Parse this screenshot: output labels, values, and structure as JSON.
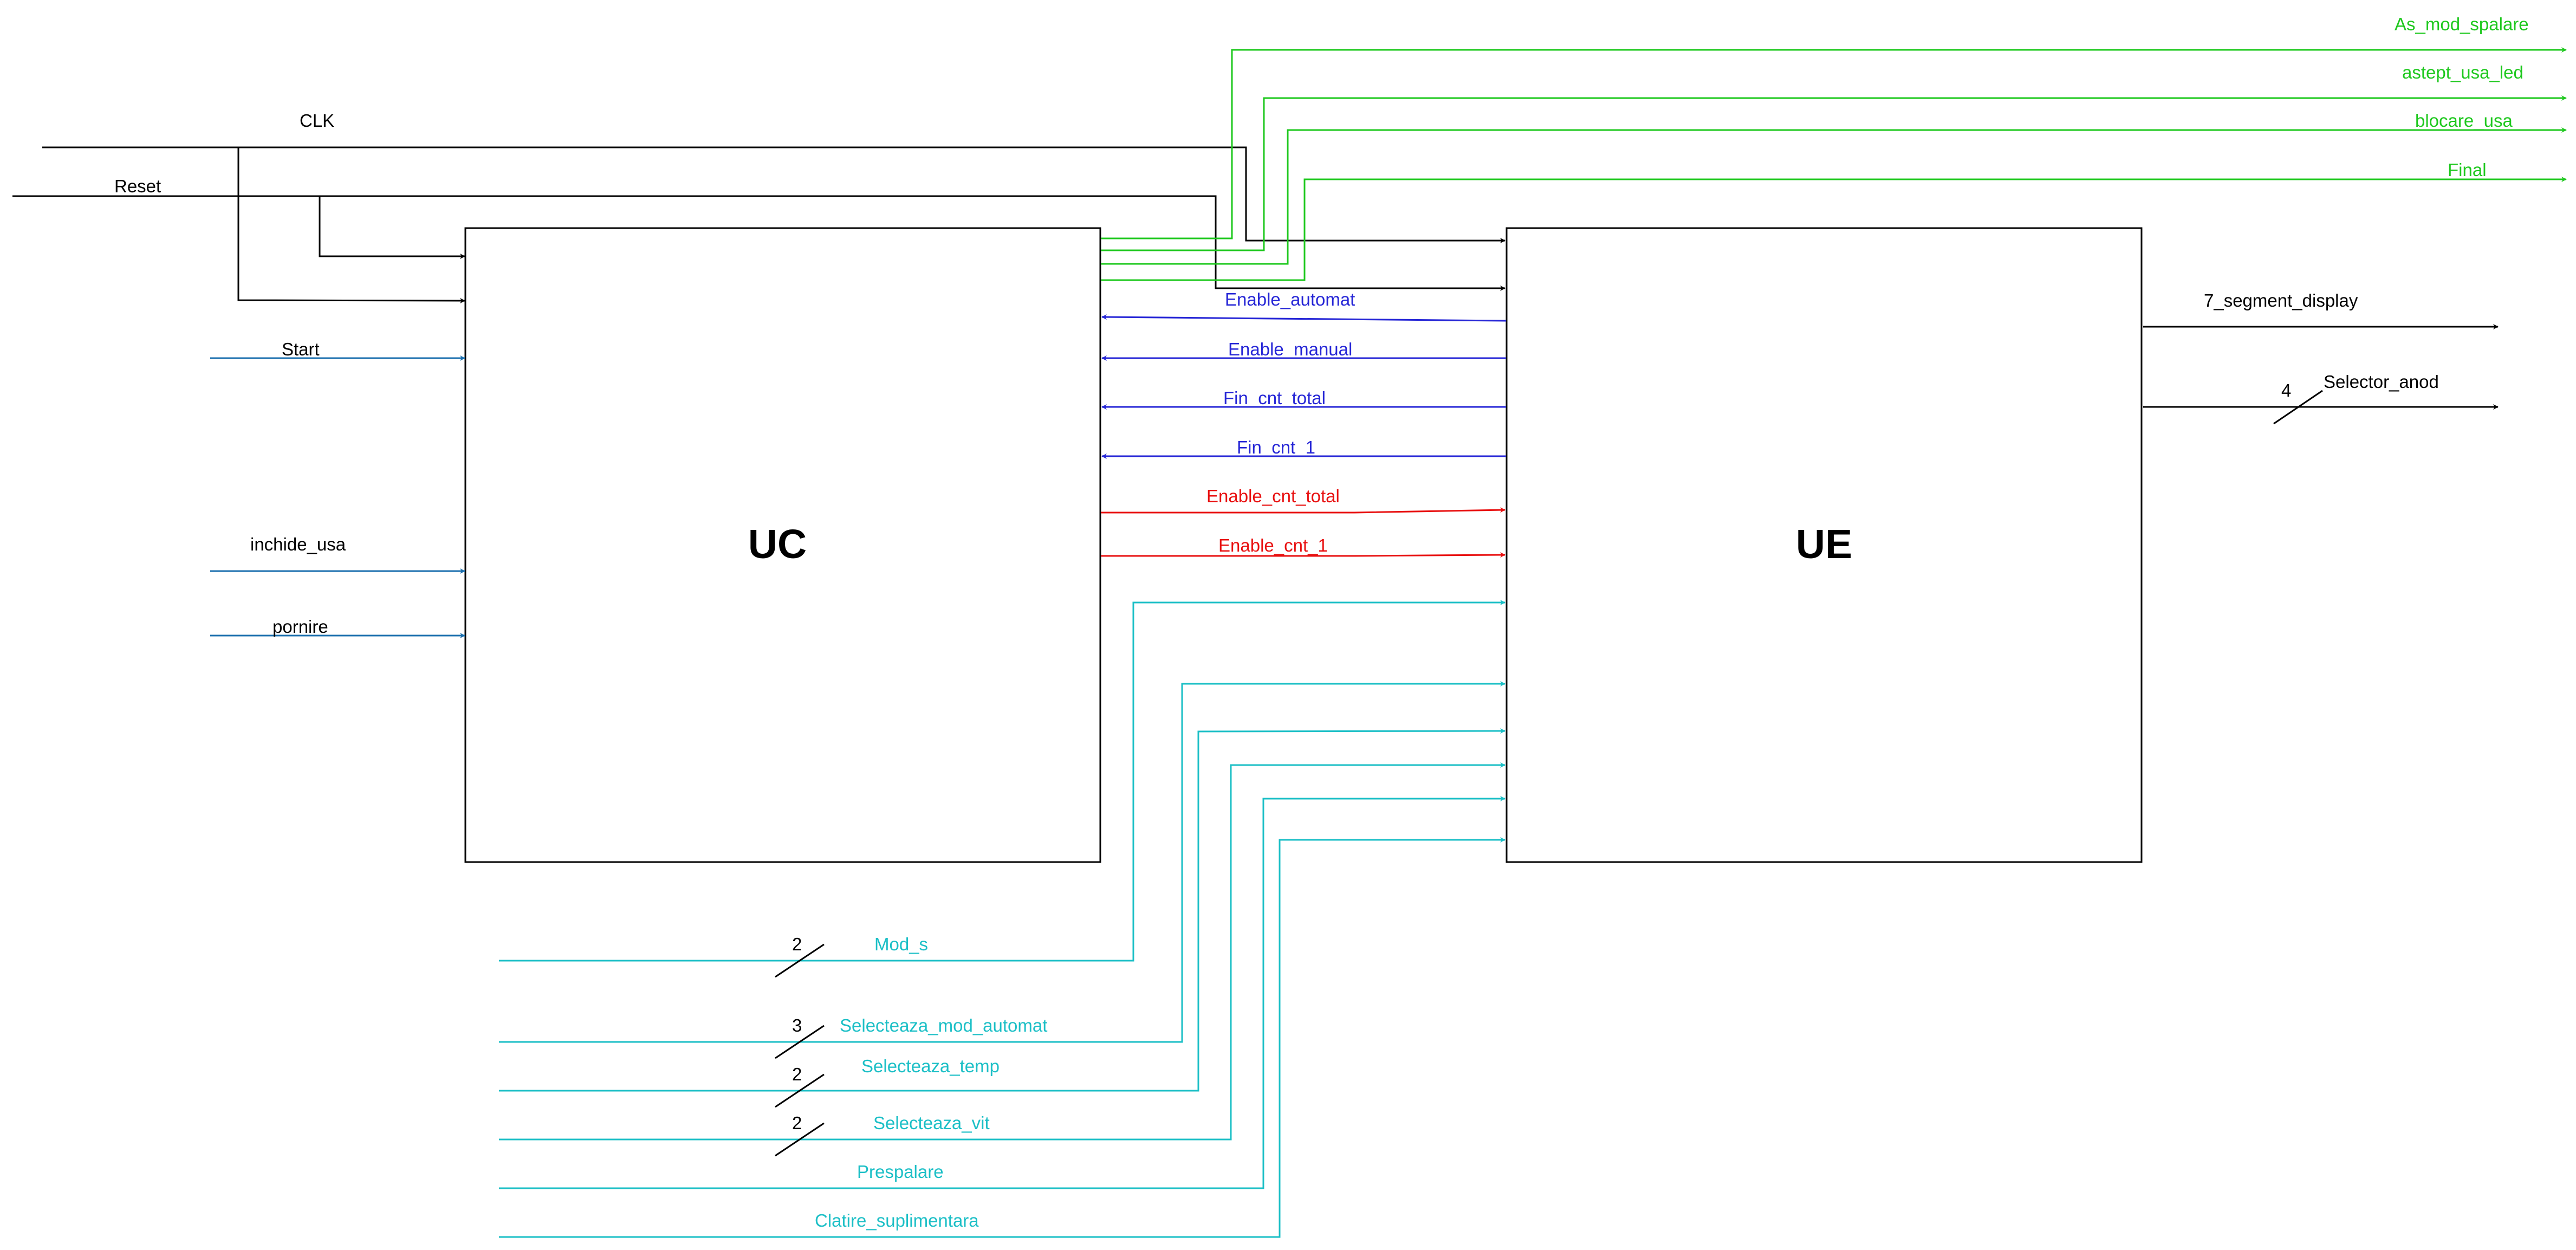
{
  "colors": {
    "black": "#000000",
    "green": "#1ec81e",
    "blue": "#2525d6",
    "red": "#e81010",
    "steel_blue": "#1b6fae",
    "cyan": "#1bbfc6"
  },
  "blocks": {
    "uc": {
      "label": "UC"
    },
    "ue": {
      "label": "UE"
    }
  },
  "signals": {
    "clk": "CLK",
    "reset": "Reset",
    "start": "Start",
    "inchide_usa": "inchide_usa",
    "pornire": "pornire",
    "as_mod_spalare": "As_mod_spalare",
    "astept_usa_led": "astept_usa_led",
    "blocare_usa": "blocare_usa",
    "final": "Final",
    "enable_automat": "Enable_automat",
    "enable_manual": "Enable_manual",
    "fin_cnt_total": "Fin_cnt_total",
    "fin_cnt_1": "Fin_cnt_1",
    "enable_cnt_total": "Enable_cnt_total",
    "enable_cnt_1": "Enable_cnt_1",
    "seven_segment_display": "7_segment_display",
    "selector_anod": "Selector_anod",
    "mod_s": "Mod_s",
    "selecteaza_mod_automat": "Selecteaza_mod_automat",
    "selecteaza_temp": "Selecteaza_temp",
    "selecteaza_vit": "Selecteaza_vit",
    "prespalare": "Prespalare",
    "clatire_suplimentara": "Clatire_suplimentara"
  },
  "bus_widths": {
    "selector_anod": "4",
    "mod_s": "2",
    "selecteaza_mod_automat": "3",
    "selecteaza_temp": "2",
    "selecteaza_vit": "2"
  }
}
